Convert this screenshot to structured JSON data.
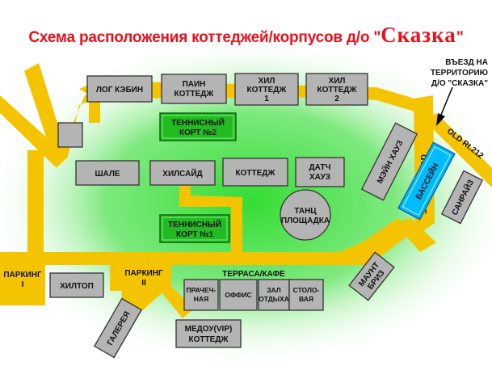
{
  "title": {
    "prefix": "Схема расположения коттеджей/корпусов д/о \"",
    "brand": "Сказка",
    "suffix": "\""
  },
  "entrance": [
    "ВЪЕЗД НА",
    "ТЕРРИТОРИЮ",
    "Д/О \"СКАЗКА\""
  ],
  "roads": {
    "solway": "SOLWAY ROAD",
    "old_rt": "OLD Rt.212"
  },
  "buildings": {
    "log_cabin": [
      "ЛОГ КЭБИН"
    ],
    "pine_cottage": [
      "ПАИН",
      "КОТТЕДЖ"
    ],
    "hill_cottage_1": [
      "ХИЛ",
      "КОТТЕДЖ",
      "1"
    ],
    "hill_cottage_2": [
      "ХИЛ",
      "КОТТЕДЖ",
      "2"
    ],
    "chalet": [
      "ШАЛЕ"
    ],
    "hillside": [
      "ХИЛСАЙД"
    ],
    "cottage": [
      "КОТТЕДЖ"
    ],
    "dutch_house": [
      "ДАТЧ",
      "ХАУЗ"
    ],
    "main_house": [
      "МЭЙН ХАУЗ"
    ],
    "pool": [
      "БАССЕЙН"
    ],
    "sunrise": [
      "САНРАЙЗ"
    ],
    "dance_floor": [
      "ТАНЦ",
      "ПЛОЩАДКА"
    ],
    "hilltop": [
      "ХИЛТОП"
    ],
    "parking_1": [
      "ПАРКИНГ",
      "I"
    ],
    "parking_2": [
      "ПАРКИНГ",
      "II"
    ],
    "gallery": [
      "ГАЛЕРЕЯ"
    ],
    "laundry": [
      "ПРАЧЕЧ-",
      "НАЯ"
    ],
    "office": [
      "ОФФИС"
    ],
    "lounge": [
      "ЗАЛ",
      "ОТДЫХА"
    ],
    "dining": [
      "СТОЛО-",
      "ВАЯ"
    ],
    "meadow": [
      "МЕДОУ(VIP)",
      "КОТТЕДЖ"
    ],
    "mount_breeze": [
      "МАУНТ",
      "БРИЗ"
    ]
  },
  "terrace_label": "ТЕРРАСА/КАФЕ",
  "tennis_2": [
    "ТЕННИСНЫЙ",
    "КОРТ №2"
  ],
  "tennis_1": [
    "ТЕННИСНЫЙ",
    "КОРТ №1"
  ],
  "colors": {
    "road": "#f5c400",
    "grass": "#33dd33",
    "tennis": "#22bb22",
    "pool": "#00bbff",
    "building": "#b4b4b4",
    "title": "#e8101a"
  }
}
